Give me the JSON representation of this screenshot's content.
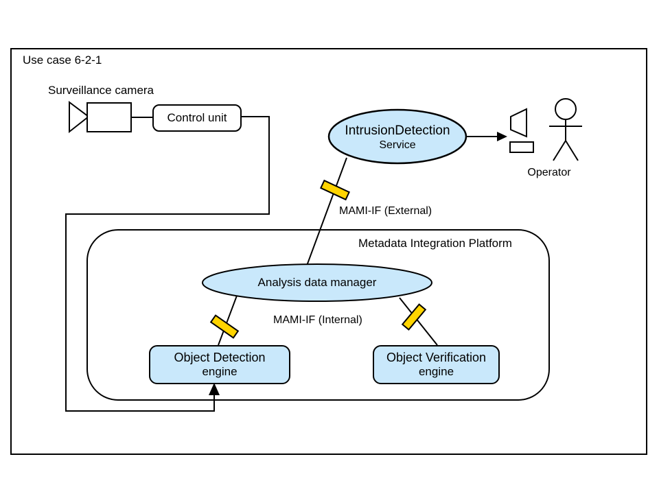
{
  "title": "Use case 6-2-1",
  "camera": {
    "label": "Surveillance camera"
  },
  "control_unit": {
    "label": "Control unit"
  },
  "service": {
    "line1": "IntrusionDetection",
    "line2": "Service"
  },
  "operator": {
    "label": "Operator"
  },
  "interfaces": {
    "external_label": "MAMI-IF (External)",
    "internal_label": "MAMI-IF (Internal)"
  },
  "platform": {
    "label": "Metadata Integration Platform"
  },
  "manager": {
    "label": "Analysis data manager"
  },
  "engines": [
    {
      "line1": "Object Detection",
      "line2": "engine"
    },
    {
      "line1": "Object Verification",
      "line2": "engine"
    }
  ],
  "icons": {
    "camera": "camera-icon",
    "display": "display-icon",
    "actor": "operator-actor-icon",
    "tick": "interface-connector-tick"
  },
  "colors": {
    "node_fill": "#c9e8fb",
    "tick_fill": "#ffd400",
    "line": "#000000",
    "background": "#ffffff"
  }
}
